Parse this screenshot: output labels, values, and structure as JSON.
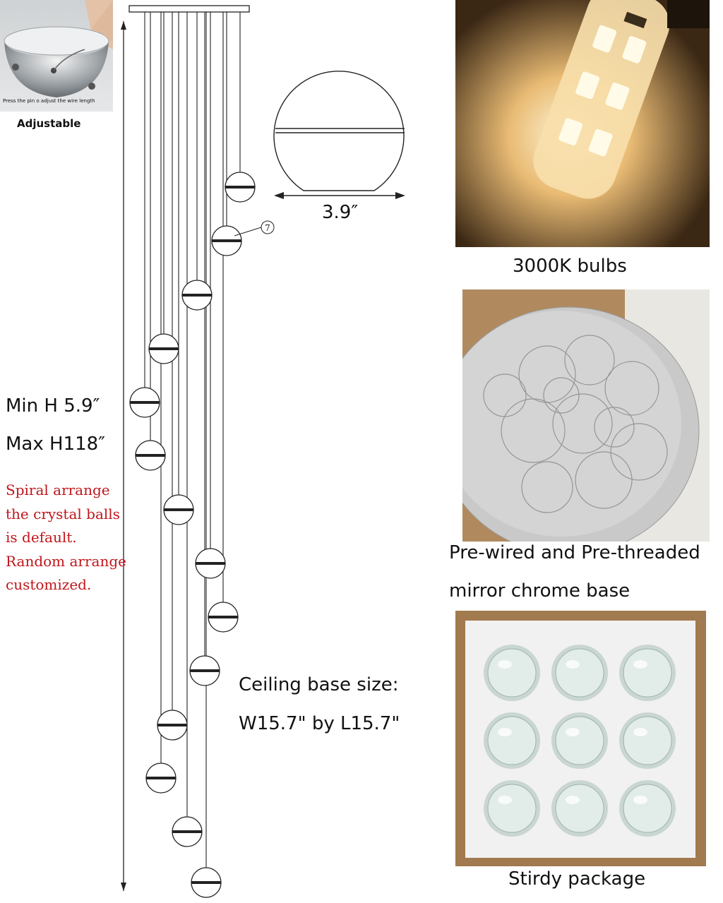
{
  "adjust_photo": {
    "instruction": "Press the pin o adjust the wire length",
    "label": "Adjustable"
  },
  "ball_detail": {
    "width_label": "3.9″",
    "callout_number": "7"
  },
  "height_labels": {
    "min": "Min H 5.9″",
    "max": "Max H118″"
  },
  "arrangement_note": [
    "Spiral arrange",
    "the crystal balls",
    "is default.",
    "Random arrange",
    "customized."
  ],
  "ceiling_base": {
    "line1": "Ceiling base size:",
    "line2": "W15.7\" by L15.7\""
  },
  "bulb_photo": {
    "caption": "3000K bulbs",
    "color_temp_hex": "#f3cf8a"
  },
  "wires_photo": {
    "caption_line1": "Pre-wired and Pre-threaded",
    "caption_line2": "mirror chrome base"
  },
  "package_photo": {
    "caption": "Stirdy package",
    "ball_count": 9
  },
  "colors": {
    "note_red": "#c0161b",
    "line": "#222222",
    "box_brown": "#a27a4f"
  }
}
